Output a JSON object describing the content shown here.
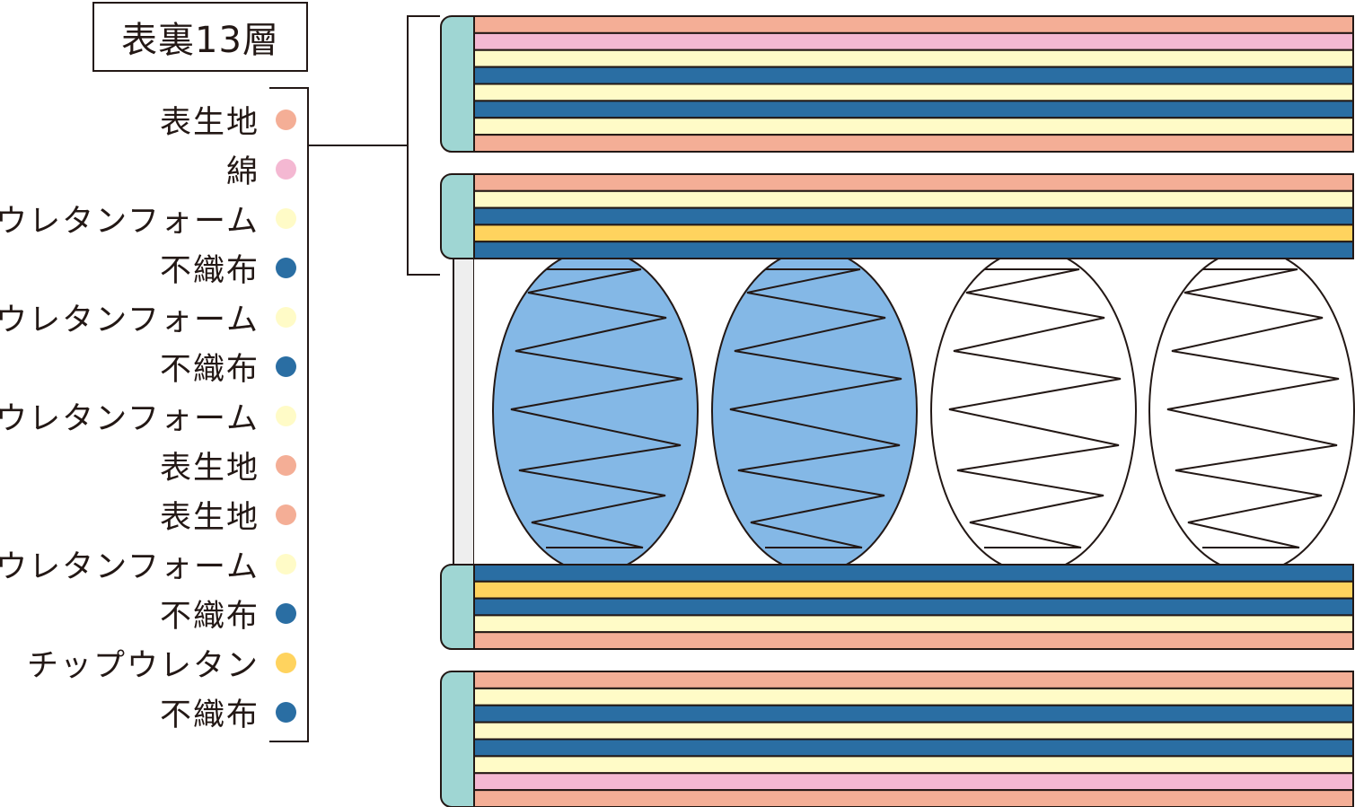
{
  "title": "表裏13層",
  "colors": {
    "fabric": "#F4AE96",
    "cotton": "#F4B8D2",
    "urethane": "#FFFBC7",
    "nonwoven": "#2A6EA3",
    "chip": "#FFD35E",
    "edge": "#9FD6D3",
    "spring_blue": "#84B8E6",
    "side_panel": "#EEEEEE",
    "line": "#231815"
  },
  "layers": [
    {
      "label": "表生地",
      "material": "fabric"
    },
    {
      "label": "綿",
      "material": "cotton"
    },
    {
      "label": "ウレタンフォーム",
      "material": "urethane"
    },
    {
      "label": "不織布",
      "material": "nonwoven"
    },
    {
      "label": "ウレタンフォーム",
      "material": "urethane"
    },
    {
      "label": "不織布",
      "material": "nonwoven"
    },
    {
      "label": "ウレタンフォーム",
      "material": "urethane"
    },
    {
      "label": "表生地",
      "material": "fabric"
    },
    {
      "label": "表生地",
      "material": "fabric"
    },
    {
      "label": "ウレタンフォーム",
      "material": "urethane"
    },
    {
      "label": "不織布",
      "material": "nonwoven"
    },
    {
      "label": "チップウレタン",
      "material": "chip"
    },
    {
      "label": "不織布",
      "material": "nonwoven"
    }
  ],
  "stacks": [
    {
      "name": "top-pad",
      "materials": [
        "fabric",
        "cotton",
        "urethane",
        "nonwoven",
        "urethane",
        "nonwoven",
        "urethane",
        "fabric"
      ]
    },
    {
      "name": "upper-pad",
      "materials": [
        "fabric",
        "urethane",
        "nonwoven",
        "chip",
        "nonwoven"
      ]
    },
    {
      "name": "lower-pad",
      "materials": [
        "nonwoven",
        "chip",
        "nonwoven",
        "urethane",
        "fabric"
      ]
    },
    {
      "name": "bottom-pad",
      "materials": [
        "fabric",
        "urethane",
        "nonwoven",
        "urethane",
        "nonwoven",
        "urethane",
        "cotton",
        "fabric"
      ]
    }
  ],
  "springs": [
    {
      "fill": "spring_blue"
    },
    {
      "fill": "spring_blue"
    },
    {
      "fill": "none"
    },
    {
      "fill": "none"
    }
  ]
}
